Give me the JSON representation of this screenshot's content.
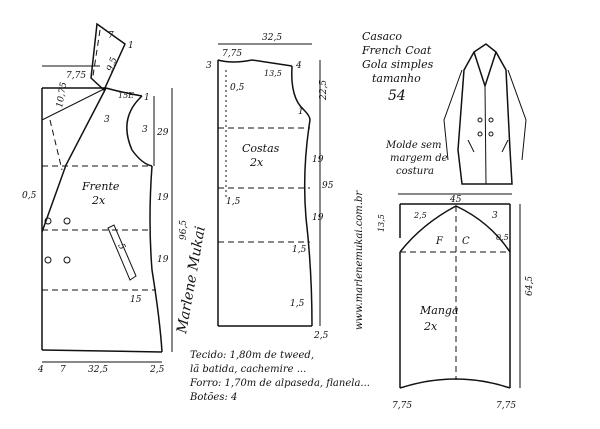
{
  "title": {
    "line1": "Casaco",
    "line2": "French Coat",
    "line3": "Gola simples",
    "line4": "tamanho",
    "size": "54"
  },
  "note": {
    "line1": "Molde sem",
    "line2": "margem de",
    "line3": "costura"
  },
  "pieces": {
    "front": {
      "name": "Frente",
      "qty": "2x"
    },
    "back": {
      "name": "Costas",
      "qty": "2x"
    },
    "sleeve": {
      "name": "Manga",
      "qty": "2x",
      "front_mark": "F",
      "back_mark": "C"
    }
  },
  "website": "www.marlenemukai.com.br",
  "signature": "Marlene Mukai",
  "materials": {
    "tecido": "Tecido: 1,80m de tweed,",
    "tecido2": "lã batida, cachemire ...",
    "forro": "Forro: 1,70m de alpaseda, flanela...",
    "botoes": "Botões: 4"
  },
  "measures": {
    "collar_top": "7",
    "collar_side": "9,5",
    "collar_one": "1",
    "front_shoulder": "7,75",
    "front_neck": "10,75",
    "front_ise": "15E",
    "front_one": "1",
    "front_three_a": "3",
    "front_three_b": "3",
    "front_29": "29",
    "front_05": "0,5",
    "front_19_a": "19",
    "front_19_b": "19",
    "front_965": "96,5",
    "front_15": "15",
    "front_4": "4",
    "front_7": "7",
    "front_325": "32,5",
    "front_25": "2,5",
    "pocket_5": "5",
    "back_neck": "7,75",
    "back_3": "3",
    "back_05": "0,5",
    "back_135": "13,5",
    "back_4": "4",
    "back_width": "32,5",
    "back_225": "22,5",
    "back_19_a": "19",
    "back_19_b": "19",
    "back_95": "95",
    "back_1": "1",
    "back_15_a": "1,5",
    "back_15_b": "1,5",
    "back_15_c": "1,5",
    "back_25": "2,5",
    "sleeve_width": "45",
    "sleeve_25": "2,5",
    "sleeve_3": "3",
    "sleeve_135": "13,5",
    "sleeve_05": "0,5",
    "sleeve_645": "64,5",
    "sleeve_775_a": "7,75",
    "sleeve_775_b": "7,75"
  }
}
